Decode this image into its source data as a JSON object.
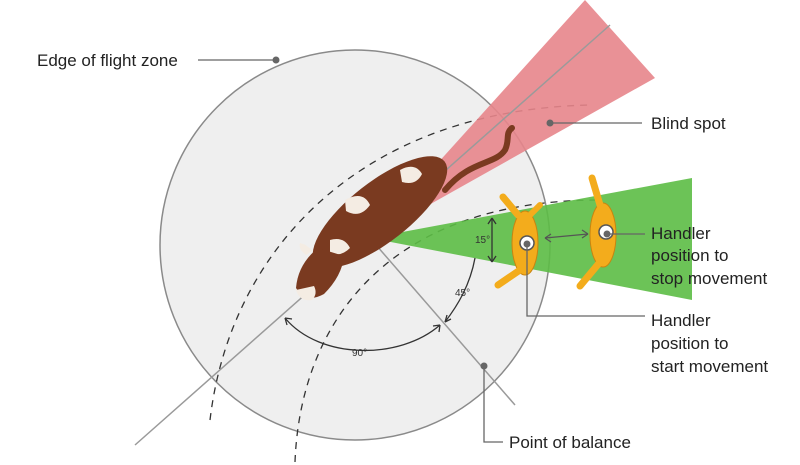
{
  "labels": {
    "edge_of_flight_zone": "Edge of flight zone",
    "blind_spot": "Blind spot",
    "handler_stop": [
      "Handler",
      "position to",
      "stop movement"
    ],
    "handler_start": [
      "Handler",
      "position to",
      "start movement"
    ],
    "point_of_balance": "Point of balance"
  },
  "angles": {
    "deg_15": "15°",
    "deg_45": "45°",
    "deg_90": "90°"
  },
  "colors": {
    "zone_fill": "#efefef",
    "blind_spot": "#e7858b",
    "handler_zone": "#5cbd45",
    "handler": "#f3ac1c",
    "cow_brown": "#7a3a20"
  }
}
